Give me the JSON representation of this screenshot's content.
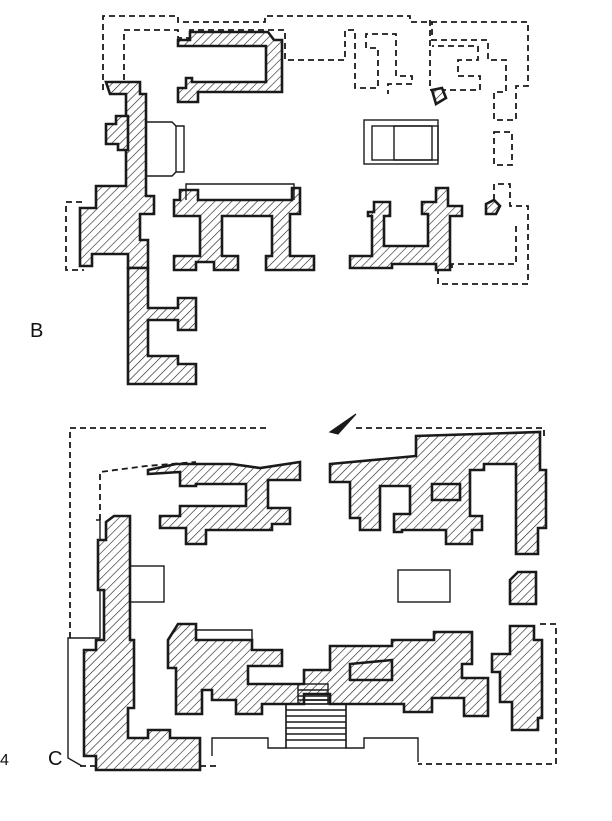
{
  "plans": [
    {
      "id": "B",
      "label": "B"
    },
    {
      "id": "C",
      "label": "C"
    }
  ],
  "edge_mark": "4",
  "colors": {
    "ink": "#1a1a1a",
    "paper": "#ffffff"
  }
}
